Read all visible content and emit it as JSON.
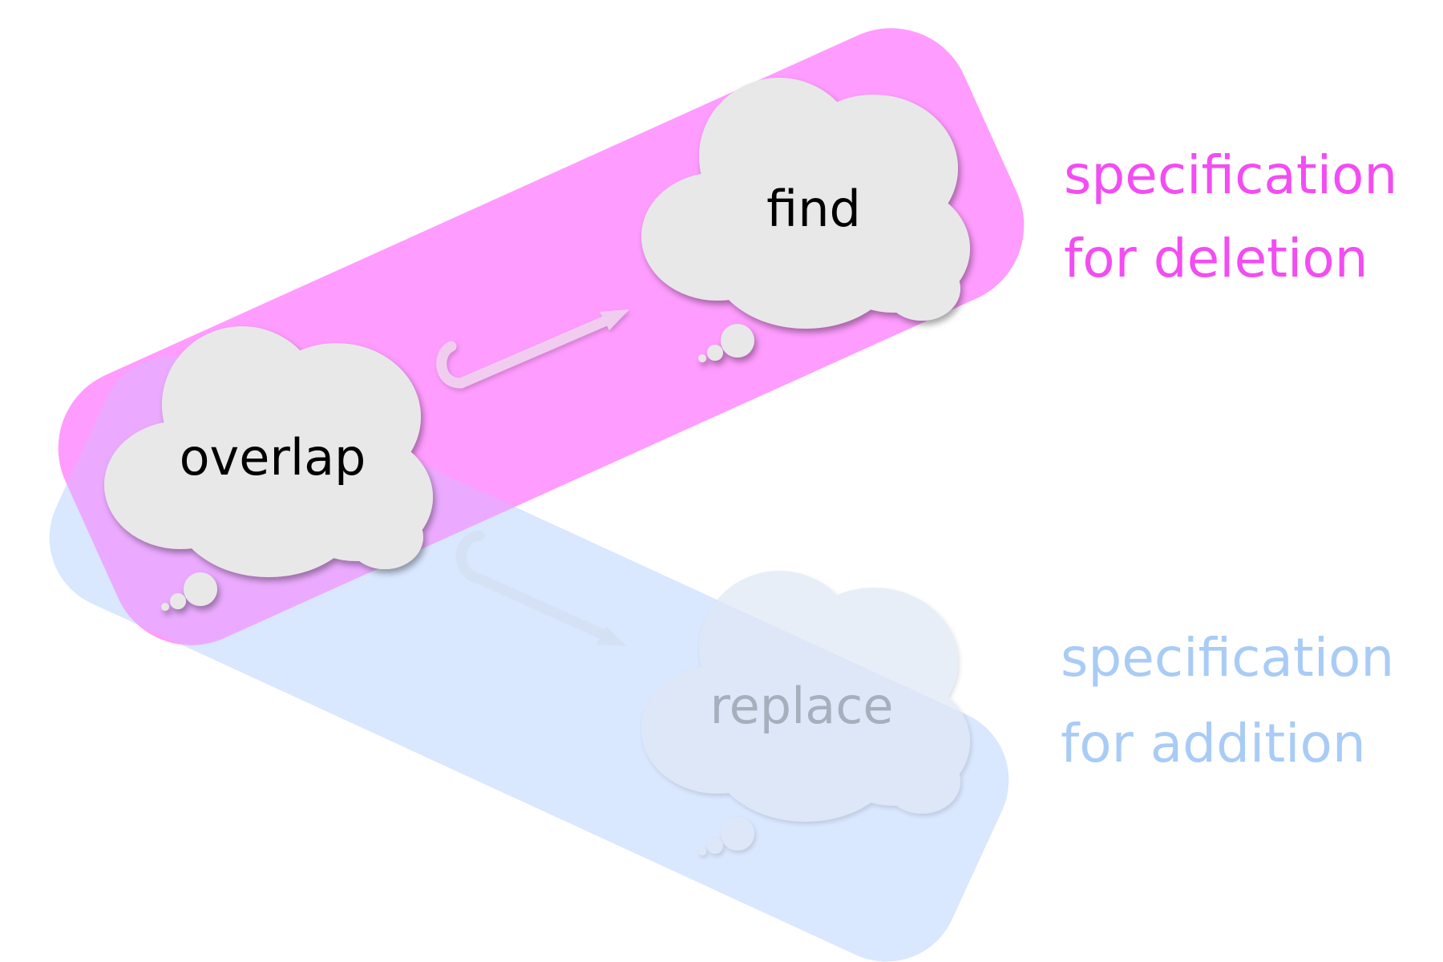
{
  "nodes": {
    "overlap": {
      "label": "overlap"
    },
    "find": {
      "label": "find"
    },
    "replace": {
      "label": "replace"
    }
  },
  "regions": {
    "deletion": {
      "label_line1": "specification",
      "label_line2": "for deletion",
      "color": "#ff80ff"
    },
    "addition": {
      "label_line1": "specification",
      "label_line2": "for addition",
      "color": "#d6e6ff"
    }
  },
  "colors": {
    "deletion_label": "#f24df2",
    "addition_label": "#a9ccf6",
    "cloud_fill": "#e8e8e8",
    "text_dark": "#000000",
    "text_faded": "#a6b0bd",
    "arrow_pink": "#f0cdef",
    "arrow_blue": "#d4e1f3"
  }
}
